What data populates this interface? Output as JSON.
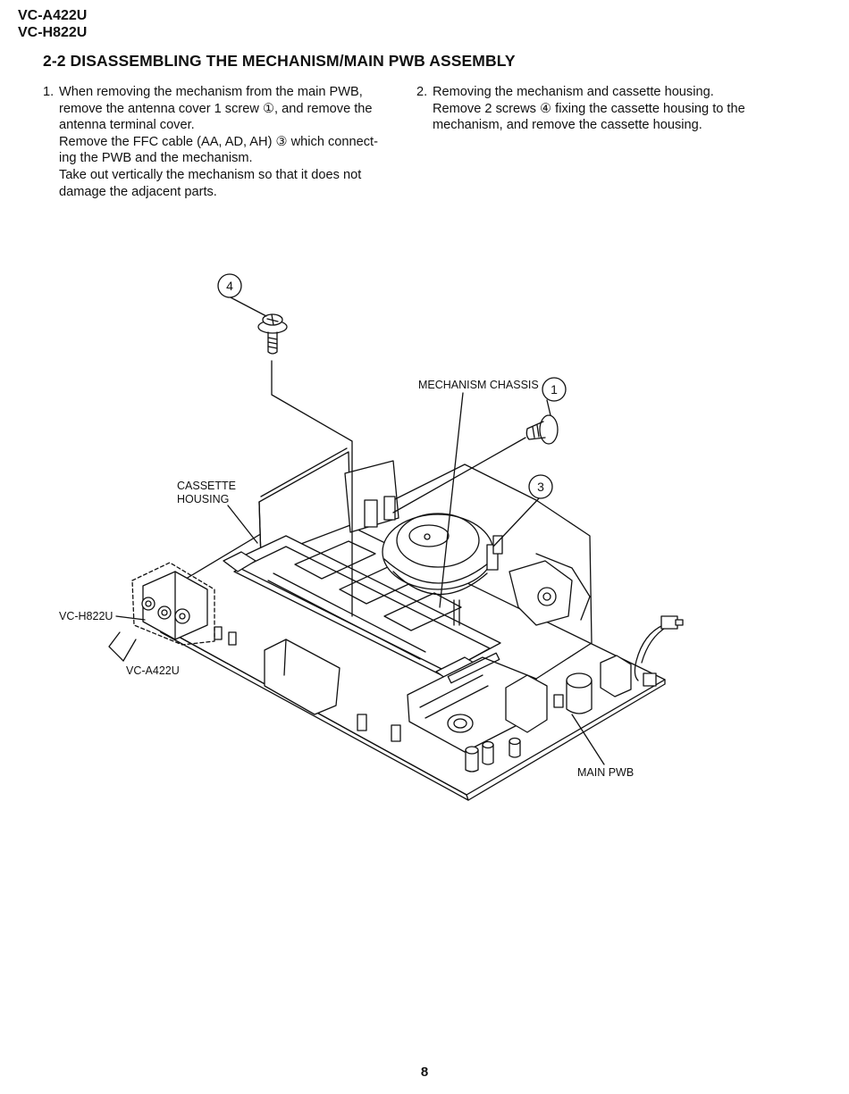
{
  "header": {
    "model_1": "VC-A422U",
    "model_2": "VC-H822U"
  },
  "section": {
    "title": "2-2  DISASSEMBLING THE MECHANISM/MAIN PWB ASSEMBLY"
  },
  "steps": [
    {
      "number": "1.",
      "lines": [
        "When removing the mechanism from the main PWB,",
        "remove the antenna cover 1 screw ①, and remove the",
        "antenna terminal cover.",
        "Remove the FFC cable (AA, AD, AH) ③ which connect-",
        "ing the PWB and the mechanism.",
        "Take out vertically the mechanism so that it does not",
        "damage the adjacent parts."
      ]
    },
    {
      "number": "2.",
      "lines": [
        "Removing the mechanism and cassette housing.",
        "Remove 2 screws ④ fixing the cassette housing to the",
        "mechanism, and remove the cassette housing."
      ]
    }
  ],
  "diagram": {
    "callout_4": "4",
    "callout_1": "1",
    "callout_3": "3",
    "label_mechanism_chassis": "MECHANISM CHASSIS",
    "label_cassette_housing_1": "CASSETTE",
    "label_cassette_housing_2": "HOUSING",
    "label_vc_h822u": "VC-H822U",
    "label_vc_a422u": "VC-A422U",
    "label_main_pwb": "MAIN PWB"
  },
  "footer": {
    "page_number": "8"
  }
}
